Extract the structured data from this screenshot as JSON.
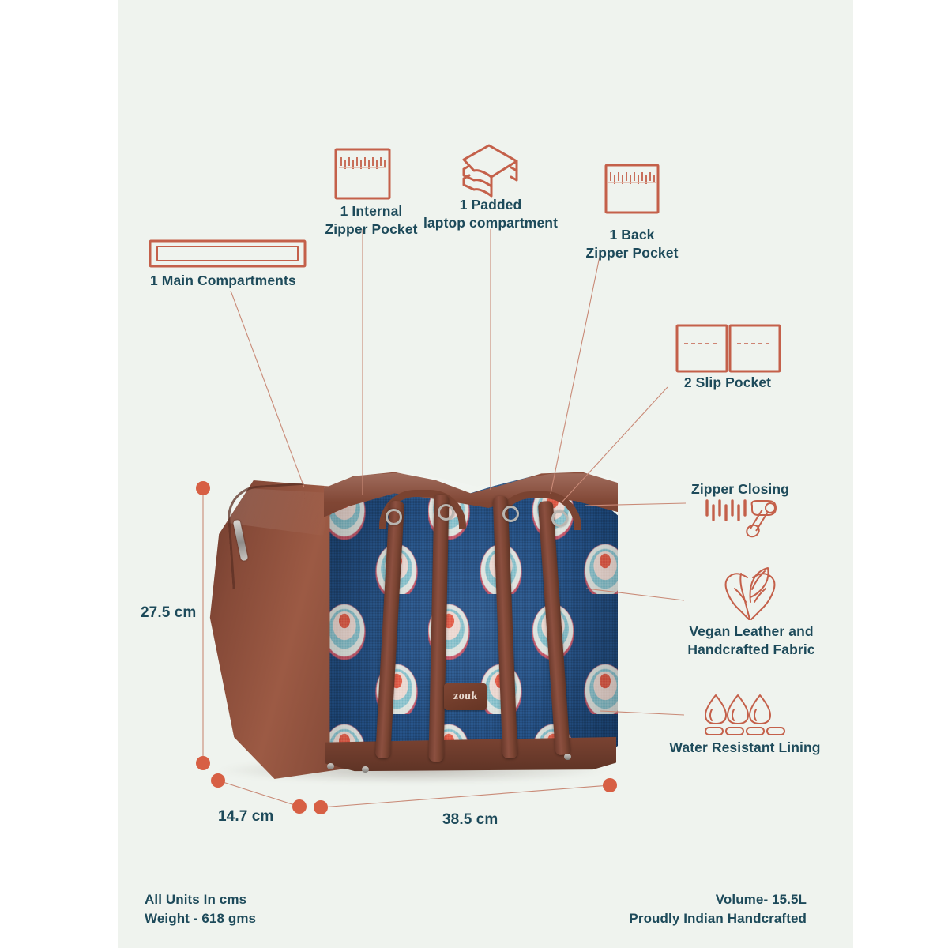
{
  "theme": {
    "background": "#eff3ee",
    "page_background": "#ffffff",
    "text_color": "#1d4a5a",
    "accent_color": "#c4604a",
    "icon_stroke": "#c4604a",
    "leader_line_color": "#c98a77",
    "dot_color": "#d75f44"
  },
  "features": [
    {
      "id": "main-compartments",
      "label": "1 Main Compartments",
      "icon": "compartment-rectangle-icon"
    },
    {
      "id": "internal-zipper-pocket",
      "label_line1": "1 Internal",
      "label_line2": "Zipper Pocket",
      "icon": "zipper-pocket-square-icon"
    },
    {
      "id": "padded-laptop-compartment",
      "label_line1": "1 Padded",
      "label_line2": "laptop compartment",
      "icon": "stacked-sheets-icon"
    },
    {
      "id": "back-zipper-pocket",
      "label_line1": "1 Back",
      "label_line2": "Zipper Pocket",
      "icon": "zipper-pocket-square-icon"
    },
    {
      "id": "slip-pocket",
      "label": "2 Slip Pocket",
      "icon": "slip-pocket-double-square-icon"
    },
    {
      "id": "zipper-closing",
      "label": "Zipper Closing",
      "icon": "zipper-pull-icon"
    },
    {
      "id": "vegan-leather-fabric",
      "label_line1": "Vegan Leather and",
      "label_line2": "Handcrafted Fabric",
      "icon": "hands-leaf-icon"
    },
    {
      "id": "water-resistant-lining",
      "label": "Water Resistant Lining",
      "icon": "water-droplets-icon"
    }
  ],
  "dimensions": {
    "height": "27.5 cm",
    "depth": "14.7 cm",
    "width": "38.5 cm"
  },
  "footer": {
    "left_line1": "All Units In cms",
    "left_line2": "Weight - 618 gms",
    "right_line1": "Volume- 15.5L",
    "right_line2": "Proudly Indian Handcrafted"
  },
  "product": {
    "brand_tag": "zouk"
  }
}
